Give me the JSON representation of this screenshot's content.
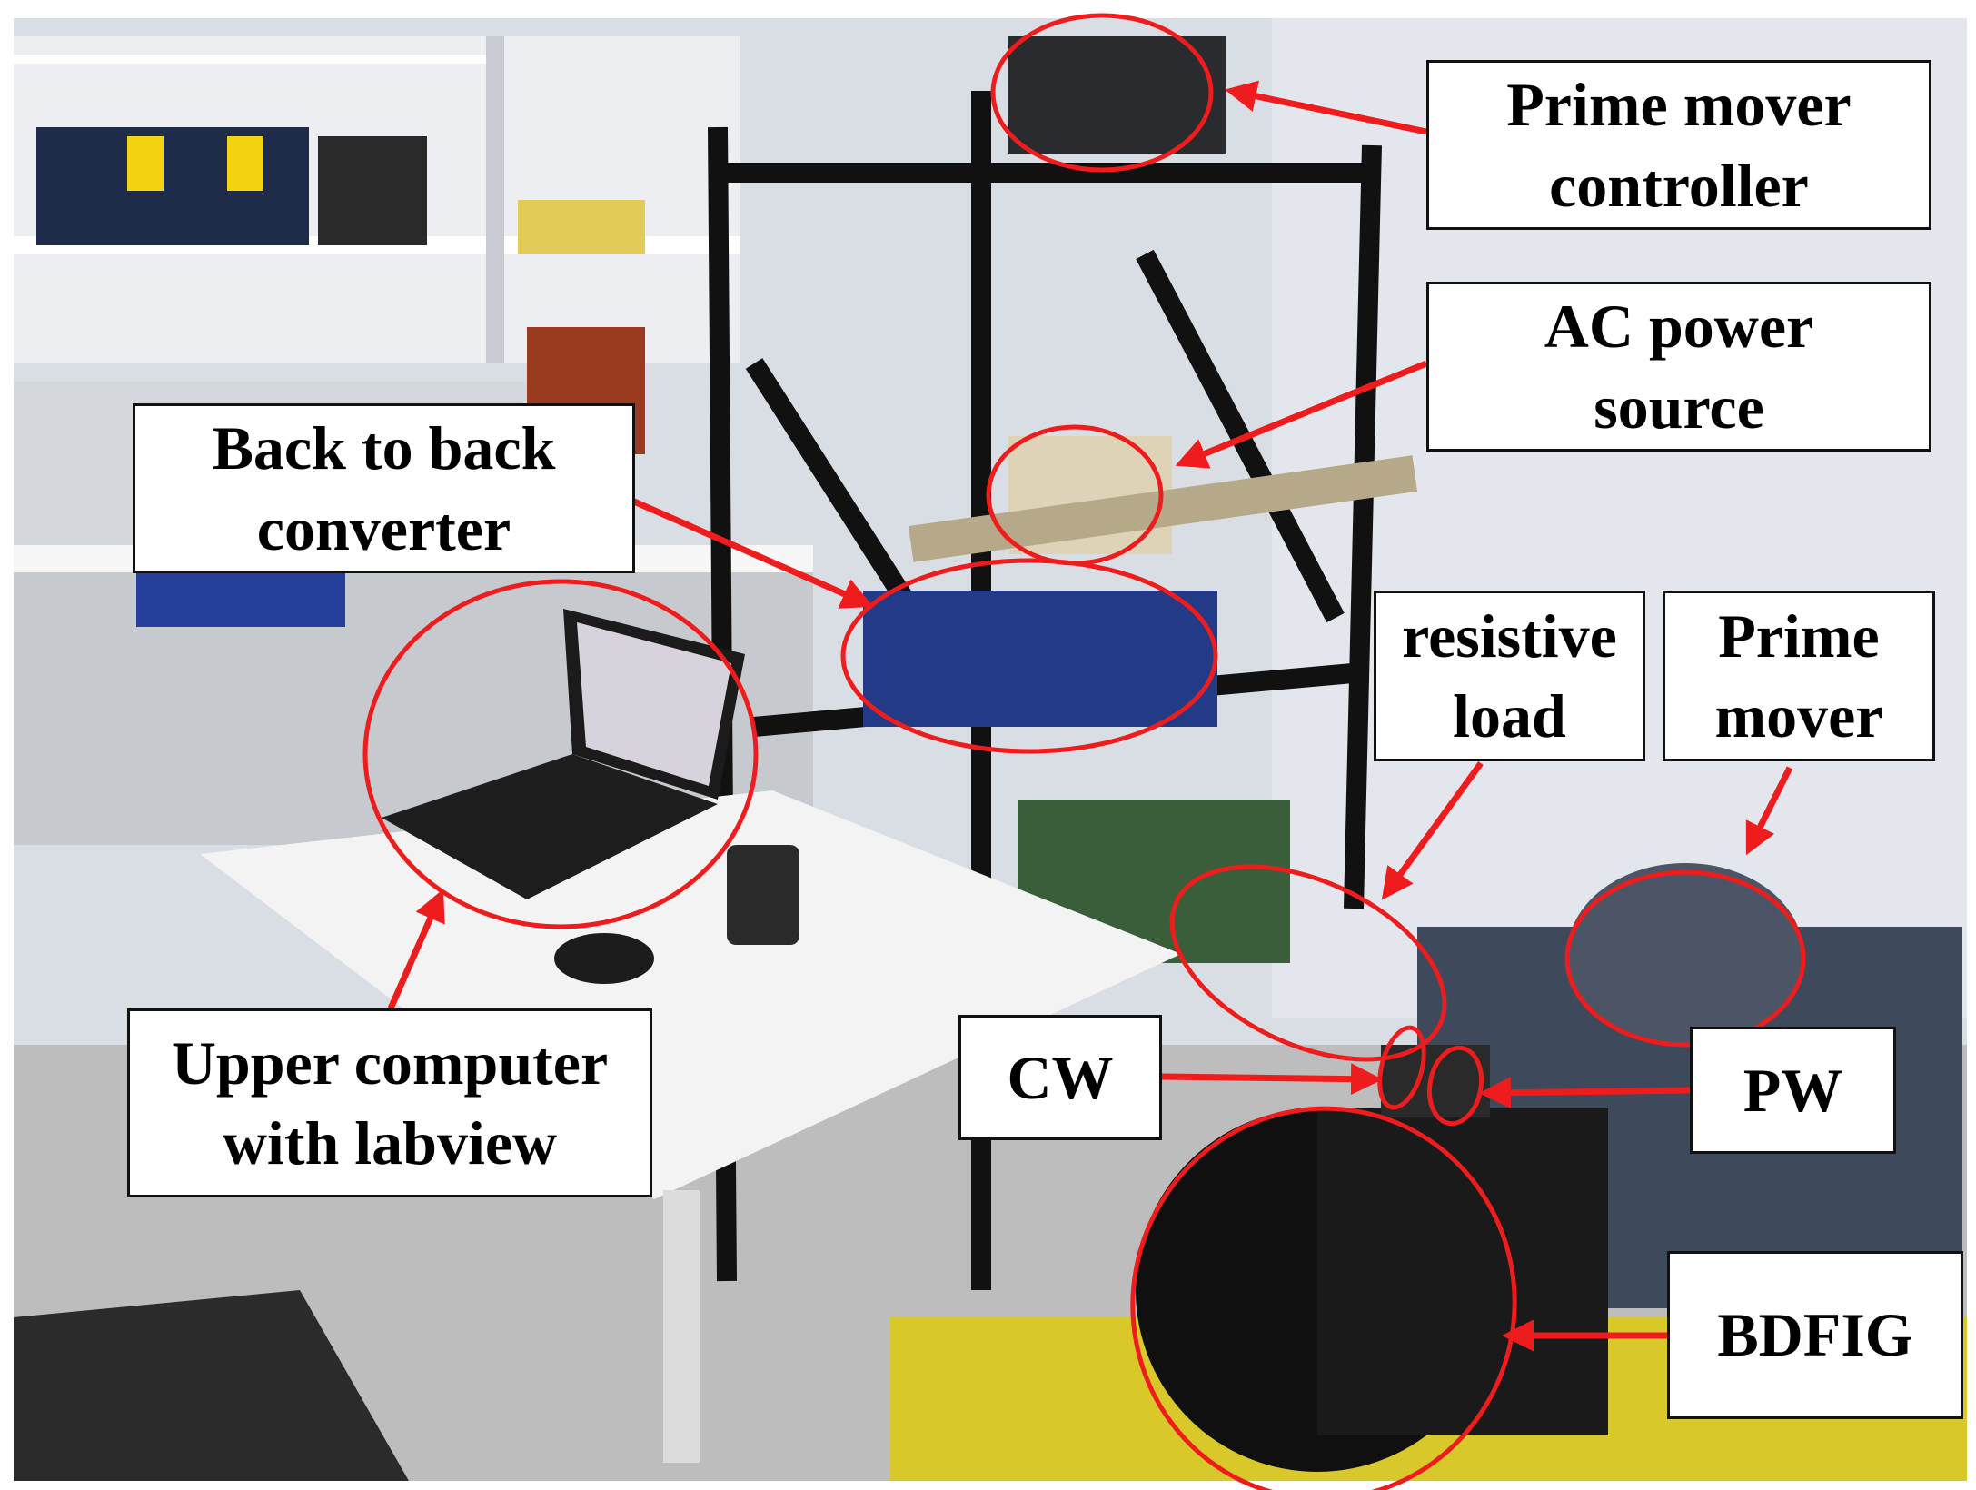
{
  "figure": {
    "description_kind": "annotated laboratory photograph",
    "annotation_color": "#ee1c1c"
  },
  "labels": {
    "prime_mover_controller": "Prime mover\ncontroller",
    "ac_power_source": "AC power\nsource",
    "back_to_back_converter": "Back to back\nconverter",
    "resistive_load": "resistive\nload",
    "prime_mover": "Prime\nmover",
    "cw": "CW",
    "pw": "PW",
    "upper_computer": "Upper computer\nwith labview",
    "bdfig": "BDFIG"
  }
}
